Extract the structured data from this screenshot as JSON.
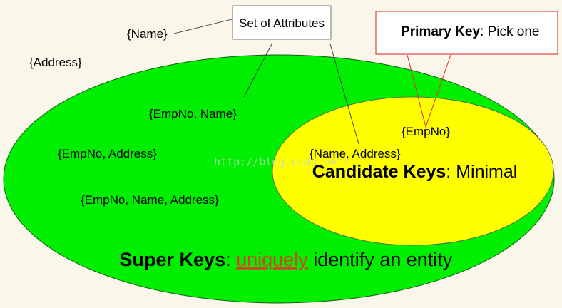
{
  "labels": {
    "set_of_attributes": "Set of Attributes",
    "name": "{Name}",
    "address": "{Address}",
    "empno_name": "{EmpNo, Name}",
    "empno_address": "{EmpNo, Address}",
    "empno_name_address": "{EmpNo, Name, Address}",
    "name_address": "{Name, Address}",
    "empno": "{EmpNo}"
  },
  "primary_key": {
    "bold": "Primary Key",
    "rest": ": Pick one"
  },
  "candidate_keys": {
    "bold": "Candidate Keys",
    "rest": ": Minimal"
  },
  "super_keys": {
    "bold": "Super Keys",
    "colon": ": ",
    "underlined": "uniquely",
    "rest": " identify an entity"
  },
  "watermark": "http://blog.csdn.net/",
  "colors": {
    "super_keys_fill": "#00ee00",
    "candidate_keys_fill": "#ffff00",
    "primary_key_border": "#d9473a",
    "underline_word": "#e03a2a"
  }
}
